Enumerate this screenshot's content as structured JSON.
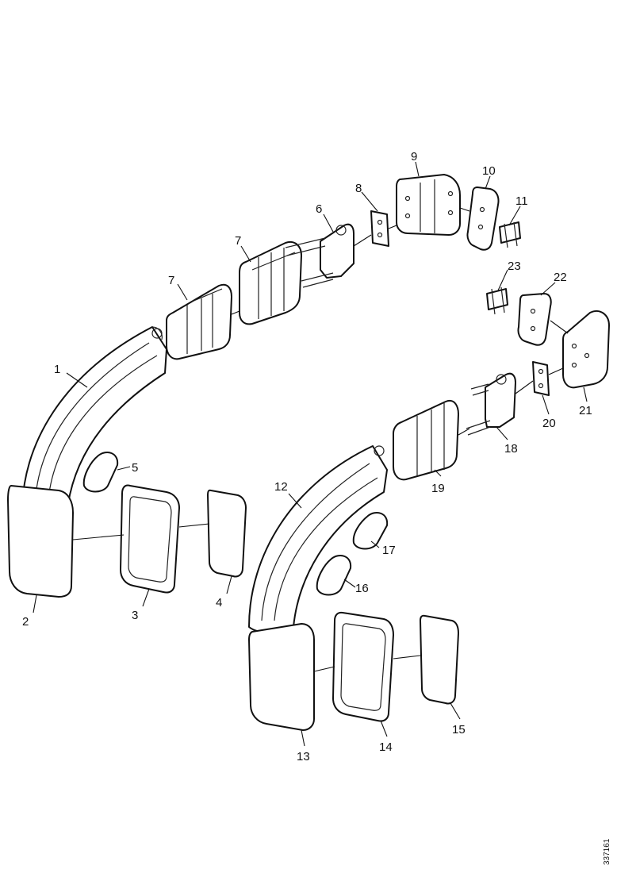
{
  "labels": {
    "1": "1",
    "2": "2",
    "3": "3",
    "4": "4",
    "5": "5",
    "6": "6",
    "7a": "7",
    "7b": "7",
    "8": "8",
    "9": "9",
    "10": "10",
    "11": "11",
    "12": "12",
    "13": "13",
    "14": "14",
    "15": "15",
    "16": "16",
    "17": "17",
    "18": "18",
    "19": "19",
    "20": "20",
    "21": "21",
    "22": "22",
    "23": "23"
  },
  "reference_number": "337161"
}
